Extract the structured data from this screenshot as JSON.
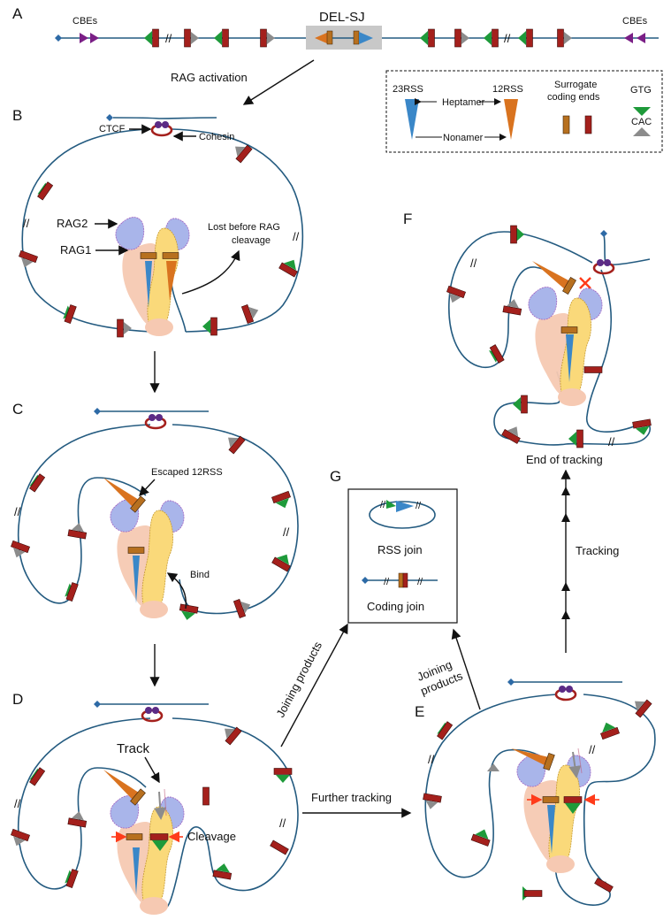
{
  "panels": {
    "a": "A",
    "b": "B",
    "c": "C",
    "d": "D",
    "e": "E",
    "f": "F",
    "g": "G"
  },
  "panel_a": {
    "cbes_left": "CBEs",
    "cbes_right": "CBEs",
    "del_sj": "DEL-SJ",
    "rag_activation": "RAG activation"
  },
  "legend": {
    "rss23": "23RSS",
    "rss12": "12RSS",
    "heptamer": "Heptamer",
    "nonamer": "Nonamer",
    "surrogate_line1": "Surrogate",
    "surrogate_line2": "coding ends",
    "gtg": "GTG",
    "cac": "CAC"
  },
  "panel_b": {
    "ctcf": "CTCF",
    "cohesin": "Cohesin",
    "rag2": "RAG2",
    "rag1": "RAG1",
    "lost_line1": "Lost before RAG",
    "lost_line2": "cleavage"
  },
  "panel_c": {
    "escaped": "Escaped 12RSS",
    "bind": "Bind"
  },
  "panel_d": {
    "track": "Track",
    "cleavage": "Cleavage",
    "joining_products": "Joining products",
    "further_tracking": "Further tracking"
  },
  "panel_e": {
    "joining_line1": "Joining",
    "joining_line2": "products"
  },
  "panel_f": {
    "end_of_tracking": "End of tracking",
    "tracking": "Tracking"
  },
  "panel_g": {
    "rss_join": "RSS join",
    "coding_join": "Coding join"
  },
  "colors": {
    "dna": "#245b80",
    "rss23": "#3a87c8",
    "rss12": "#d9731f",
    "gtg": "#1e9a3a",
    "cac": "#8c8c8c",
    "coding_end_dark": "#a4201c",
    "coding_end_orange": "#b7701f",
    "cbe": "#7a1f86",
    "rag1": "#fad97a",
    "rag2": "#a9b5ea",
    "rag_body": "#f6c9b2",
    "cohesin": "#a4201c",
    "ctcf": "#5b2b86",
    "red_arrow": "#ff3b1a"
  }
}
